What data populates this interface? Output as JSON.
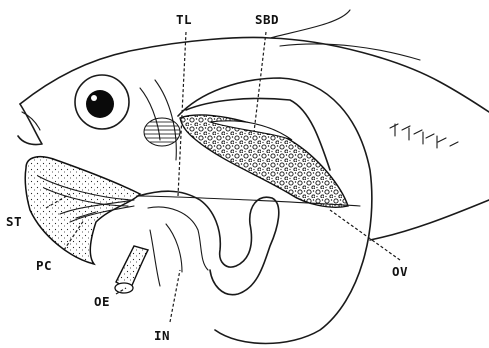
{
  "labels": {
    "tl": "TL",
    "sbd": "SBD",
    "st": "ST",
    "pc": "PC",
    "oe": "OE",
    "in": "IN",
    "ov": "OV"
  }
}
